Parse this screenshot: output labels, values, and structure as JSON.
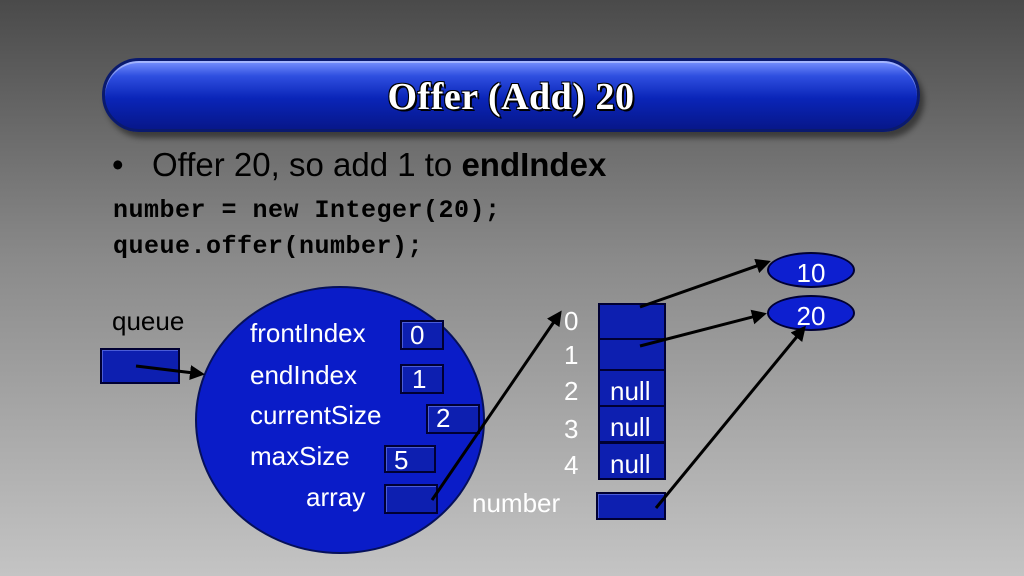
{
  "title": "Offer (Add) 20",
  "bullet": {
    "marker": "•",
    "text": "Offer 20, so add 1 to ",
    "bold": "endIndex"
  },
  "code": [
    "number = new Integer(20);",
    "queue.offer(number);"
  ],
  "queue_label": "queue",
  "queue_object": {
    "fields": [
      {
        "name": "frontIndex",
        "value": "0"
      },
      {
        "name": "endIndex",
        "value": "1"
      },
      {
        "name": "currentSize",
        "value": "2"
      },
      {
        "name": "maxSize",
        "value": "5"
      },
      {
        "name": "array",
        "value": ""
      }
    ]
  },
  "array": {
    "indices": [
      "0",
      "1",
      "2",
      "3",
      "4"
    ],
    "cells": [
      "",
      "",
      "null",
      "null",
      "null"
    ]
  },
  "number_label": "number",
  "integers": [
    "10",
    "20"
  ],
  "colors": {
    "object_fill": "#0a1cc8",
    "box_fill": "#0d1fb0",
    "banner": "#0a25b8"
  }
}
